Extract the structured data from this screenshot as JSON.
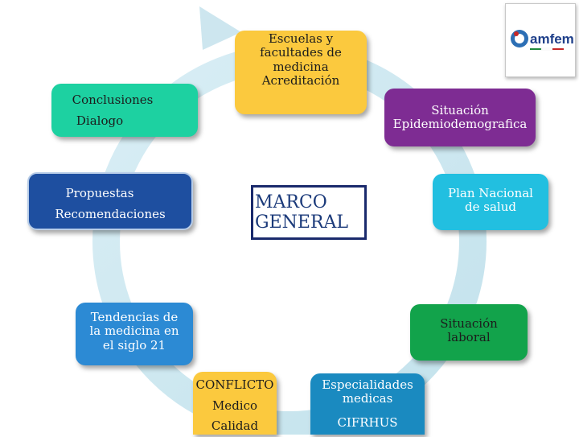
{
  "boxes": {
    "escuelas": [
      "Escuelas y",
      "facultades de",
      "medicina",
      "Acreditación"
    ],
    "situacion_epi": [
      "Situación",
      "Epidemiodemografica"
    ],
    "plan": [
      "Plan Nacional",
      "de salud"
    ],
    "laboral": [
      "Situación",
      "laboral"
    ],
    "especialidades": [
      "Especialidades",
      "medicas",
      "CIFRHUS"
    ],
    "conflicto": [
      "CONFLICTO",
      "Medico",
      "Calidad"
    ],
    "tendencias": [
      "Tendencias de",
      "la medicina en",
      "el siglo 21"
    ],
    "propuestas": [
      "Propuestas",
      "Recomendaciones"
    ],
    "conclusiones": [
      "Conclusiones",
      "Dialogo"
    ]
  },
  "center": [
    "MARCO",
    "GENERAL"
  ],
  "logo": {
    "text": "amfem"
  },
  "colors": {
    "ring": "#cde6ef",
    "teal_box": "#1dd1a1",
    "yellow_box": "#fbc93e",
    "purple_box": "#7e2c93",
    "cyan_box": "#22bfe0",
    "green_box": "#12a34b",
    "blue_box": "#2c8ad4",
    "navy_box": "#1e4fa0",
    "marco_border": "#1a2a6c"
  }
}
